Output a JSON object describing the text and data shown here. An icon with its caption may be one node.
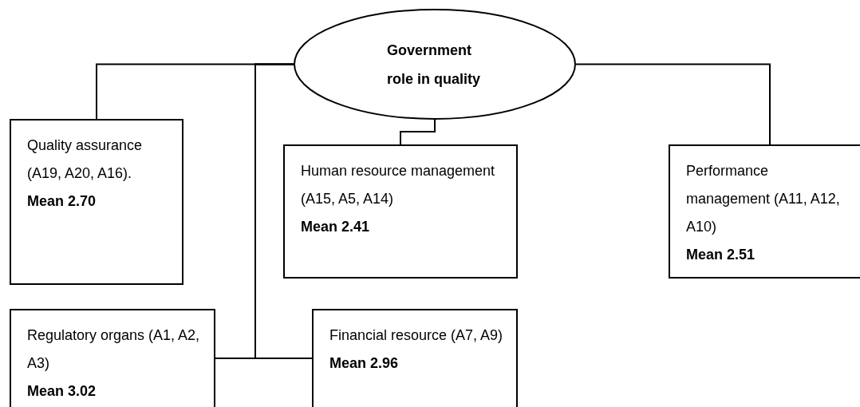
{
  "diagram": {
    "nodes": [
      {
        "text": [
          "Government role in quality"
        ]
      },
      {
        "text": [
          "Quality assurance (A19, A20, A16).",
          "Mean 2.70"
        ]
      },
      {
        "text": [
          "Human resource management (A15, A5, A14)",
          "Mean 2.41"
        ]
      },
      {
        "text": [
          "Performance management (A11, A12, A10)",
          "Mean 2.51"
        ]
      },
      {
        "text": [
          "Regulatory organs (A1, A2, A3)",
          "Mean 3.02"
        ]
      },
      {
        "text": [
          "Financial resource (A7, A9)",
          "Mean 2.96"
        ]
      }
    ],
    "edges": [
      {
        "from": 0,
        "to": 1,
        "arrow": "none"
      },
      {
        "from": 0,
        "to": 2,
        "arrow": "none"
      },
      {
        "from": 0,
        "to": 3,
        "arrow": "none"
      },
      {
        "from": 0,
        "to": 4,
        "arrow": "none"
      },
      {
        "from": 0,
        "to": 5,
        "arrow": "none"
      }
    ]
  }
}
